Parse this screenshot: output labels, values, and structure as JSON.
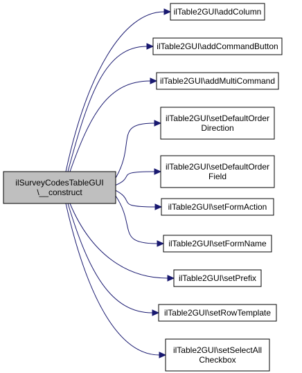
{
  "root": {
    "id": "root",
    "lines": [
      "ilSurveyCodesTableGUI",
      "\\__construct"
    ]
  },
  "callees": [
    {
      "id": "addColumn",
      "lines": [
        "ilTable2GUI\\addColumn"
      ]
    },
    {
      "id": "addCommandButton",
      "lines": [
        "ilTable2GUI\\addCommandButton"
      ]
    },
    {
      "id": "addMultiCommand",
      "lines": [
        "ilTable2GUI\\addMultiCommand"
      ]
    },
    {
      "id": "setDefaultOrderDirection",
      "lines": [
        "ilTable2GUI\\setDefaultOrder",
        "Direction"
      ]
    },
    {
      "id": "setDefaultOrderField",
      "lines": [
        "ilTable2GUI\\setDefaultOrder",
        "Field"
      ]
    },
    {
      "id": "setFormAction",
      "lines": [
        "ilTable2GUI\\setFormAction"
      ]
    },
    {
      "id": "setFormName",
      "lines": [
        "ilTable2GUI\\setFormName"
      ]
    },
    {
      "id": "setPrefix",
      "lines": [
        "ilTable2GUI\\setPrefix"
      ]
    },
    {
      "id": "setRowTemplate",
      "lines": [
        "ilTable2GUI\\setRowTemplate"
      ]
    },
    {
      "id": "setSelectAllCheckbox",
      "lines": [
        "ilTable2GUI\\setSelectAll",
        "Checkbox"
      ]
    }
  ],
  "edges": [
    {
      "from": "root",
      "to": "addColumn"
    },
    {
      "from": "root",
      "to": "addCommandButton"
    },
    {
      "from": "root",
      "to": "addMultiCommand"
    },
    {
      "from": "root",
      "to": "setDefaultOrderDirection"
    },
    {
      "from": "root",
      "to": "setDefaultOrderField"
    },
    {
      "from": "root",
      "to": "setFormAction"
    },
    {
      "from": "root",
      "to": "setFormName"
    },
    {
      "from": "root",
      "to": "setPrefix"
    },
    {
      "from": "root",
      "to": "setRowTemplate"
    },
    {
      "from": "root",
      "to": "setSelectAllCheckbox"
    }
  ],
  "colors": {
    "edge": "#191970",
    "root_fill": "#bfbfbf",
    "node_fill": "#ffffff",
    "border": "#000000"
  }
}
